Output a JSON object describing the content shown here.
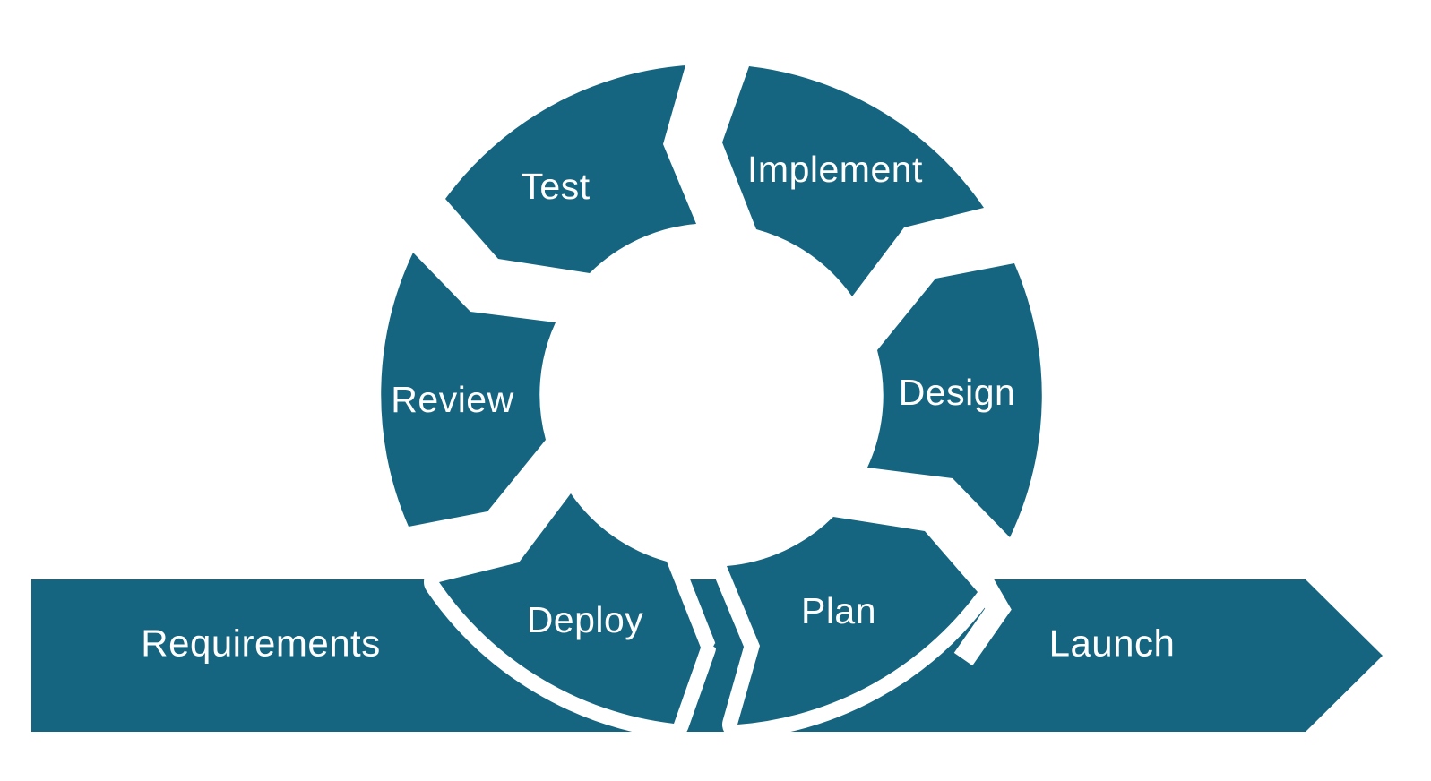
{
  "diagram": {
    "type": "software-development-cycle",
    "accent_color": "#156581",
    "label_color": "#ffffff",
    "background_color": "#ffffff",
    "flow_direction": "counterclockwise",
    "banners": {
      "input": {
        "label": "Requirements"
      },
      "output": {
        "label": "Launch"
      }
    },
    "cycle_steps": [
      {
        "id": "plan",
        "label": "Plan",
        "position": "bottom-right"
      },
      {
        "id": "design",
        "label": "Design",
        "position": "right"
      },
      {
        "id": "implement",
        "label": "Implement",
        "position": "top-right"
      },
      {
        "id": "test",
        "label": "Test",
        "position": "top-left"
      },
      {
        "id": "review",
        "label": "Review",
        "position": "left"
      },
      {
        "id": "deploy",
        "label": "Deploy",
        "position": "bottom-left"
      }
    ]
  }
}
